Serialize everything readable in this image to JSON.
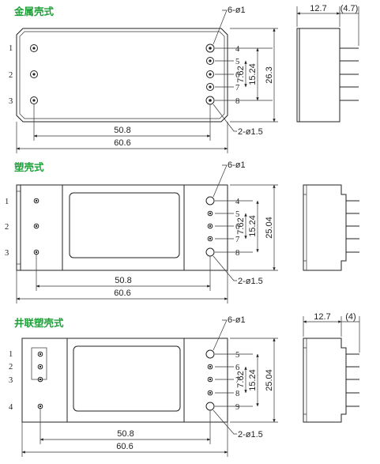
{
  "sections": [
    {
      "title": "金属壳式",
      "pins_left": [
        "1",
        "2",
        "3"
      ],
      "pins_right": [
        "4",
        "5",
        "6",
        "7",
        "8"
      ],
      "hole_small": "6-ø1",
      "hole_large": "2-ø1.5",
      "dim_pitch": "50.8",
      "dim_length": "60.6",
      "dim_pin_a": "7.62",
      "dim_pin_b": "15.24",
      "dim_height": "26.3",
      "side_width": "12.7",
      "side_lead": "(4.7)"
    },
    {
      "title": "塑壳式",
      "pins_left": [
        "1",
        "2",
        "3"
      ],
      "pins_right": [
        "4",
        "5",
        "6",
        "7",
        "8"
      ],
      "hole_small": "6-ø1",
      "hole_large": "2-ø1.5",
      "dim_pitch": "50.8",
      "dim_length": "60.6",
      "dim_pin_a": "7.62",
      "dim_pin_b": "15.24",
      "dim_height": "25.04"
    },
    {
      "title": "井联塑壳式",
      "pins_left": [
        "1",
        "2",
        "3",
        "4"
      ],
      "pins_right": [
        "5",
        "6",
        "7",
        "8",
        "9"
      ],
      "hole_small": "6-ø1",
      "hole_large": "2-ø1.5",
      "dim_pitch": "50.8",
      "dim_length": "60.6",
      "dim_pin_a": "7.62",
      "dim_pin_b": "15.24",
      "dim_height": "25.04",
      "side_width": "12.7",
      "side_lead": "(4)"
    }
  ]
}
